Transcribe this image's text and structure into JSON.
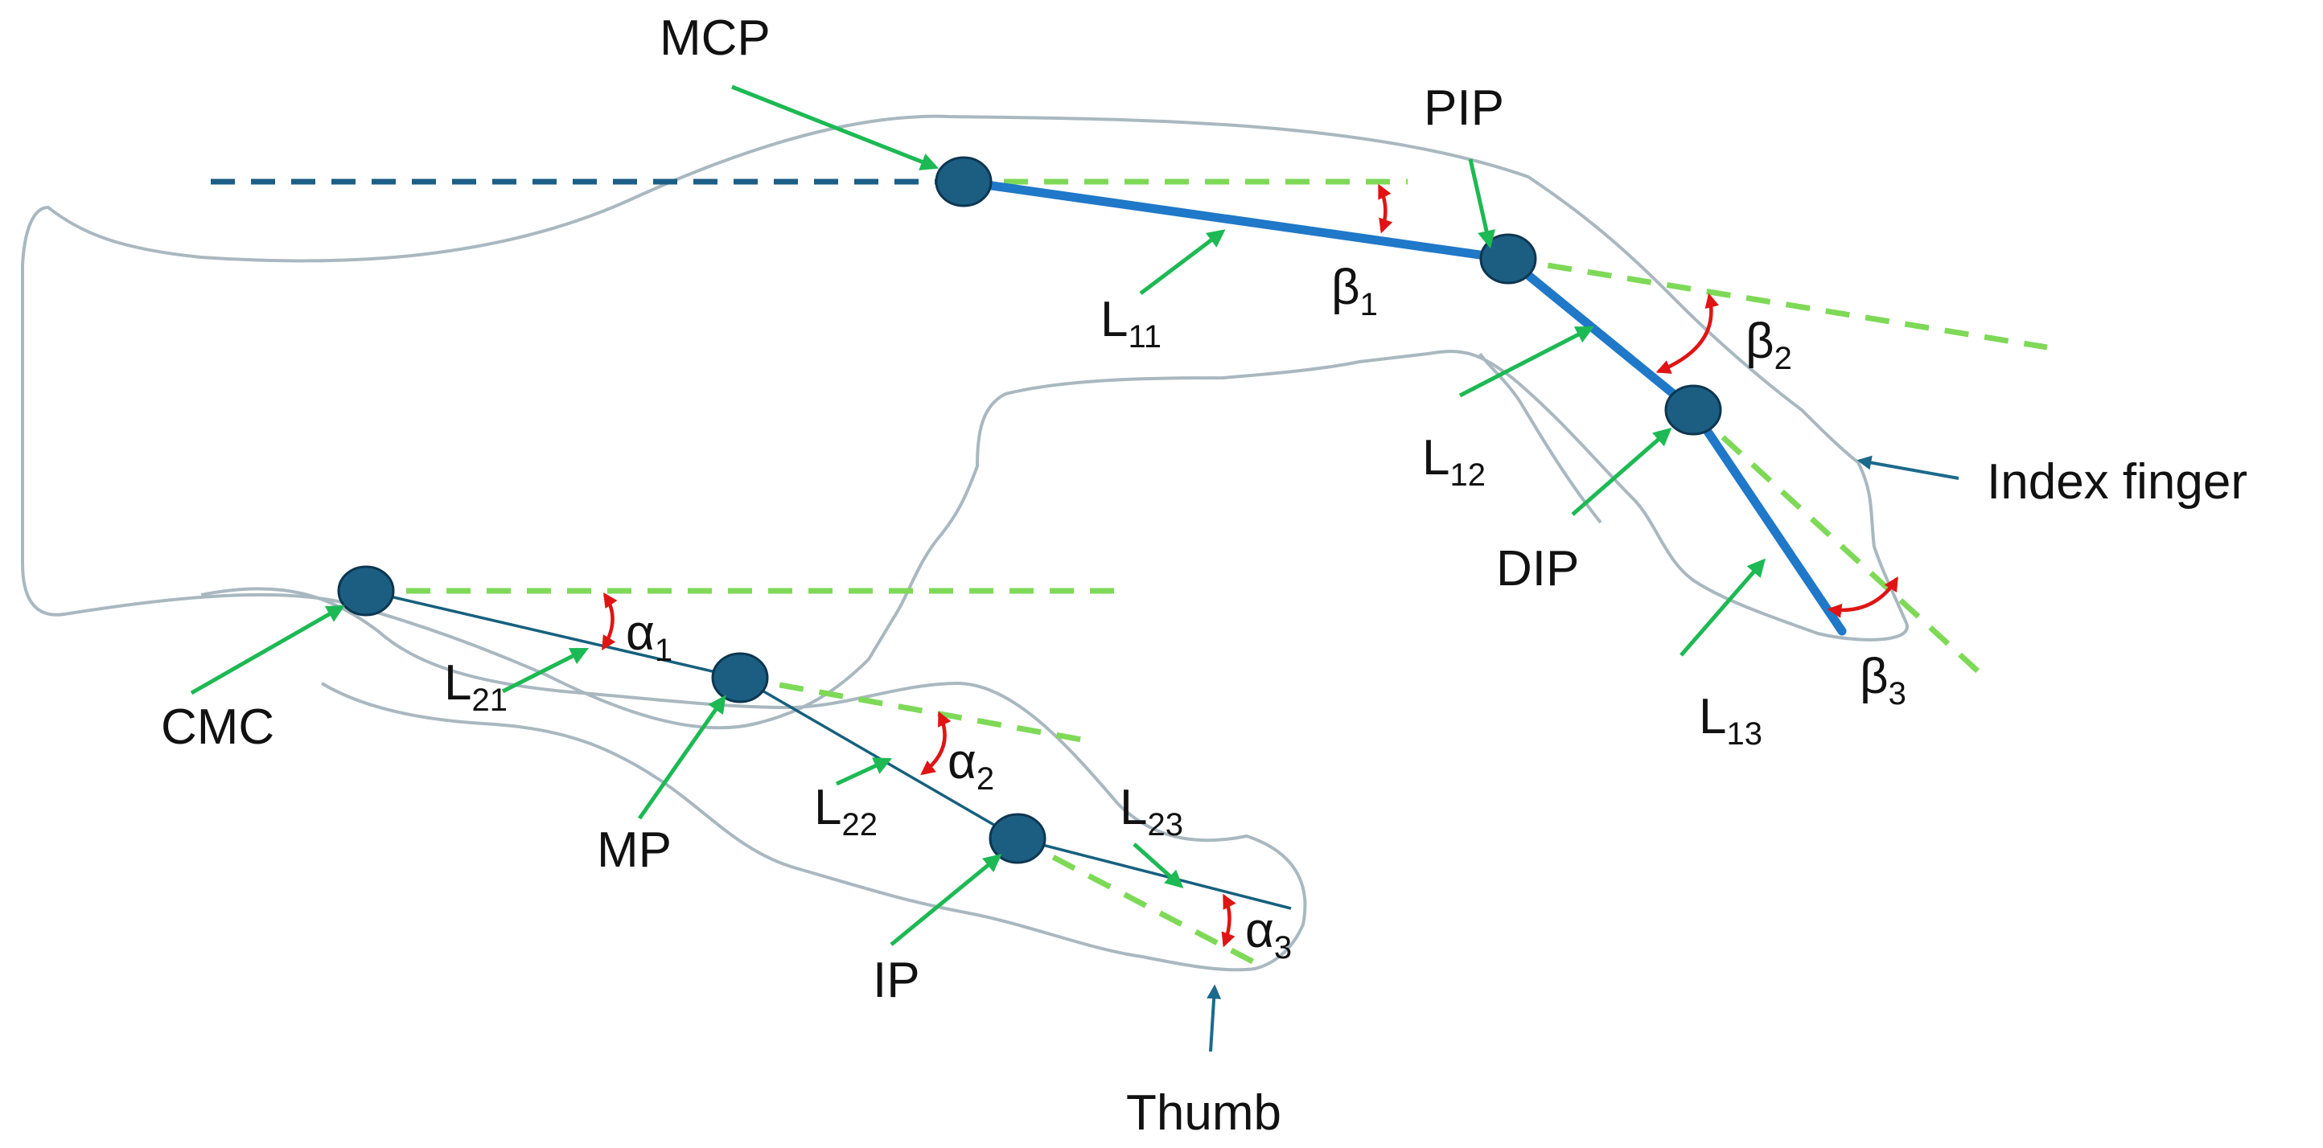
{
  "labels": {
    "mcp": "MCP",
    "pip": "PIP",
    "dip": "DIP",
    "cmc": "CMC",
    "mp": "MP",
    "ip": "IP",
    "index_finger": "Index finger",
    "thumb": "Thumb",
    "beta": "β",
    "alpha": "α",
    "L": "L",
    "l11_sub": "11",
    "l12_sub": "12",
    "l13_sub": "13",
    "l21_sub": "21",
    "l22_sub": "22",
    "l23_sub": "23",
    "b1_sub": "1",
    "b2_sub": "2",
    "b3_sub": "3",
    "a1_sub": "1",
    "a2_sub": "2",
    "a3_sub": "3"
  },
  "colors": {
    "outline": "#a9b8c0",
    "joint": "#1b5e82",
    "finger_bone": "#1f78c8",
    "thumb_bone": "#16607e",
    "reference_dash": "#7ed957",
    "leader_arrow": "#1db954",
    "angle_arc": "#e01414",
    "callout_arrow": "#1b6a8c"
  }
}
